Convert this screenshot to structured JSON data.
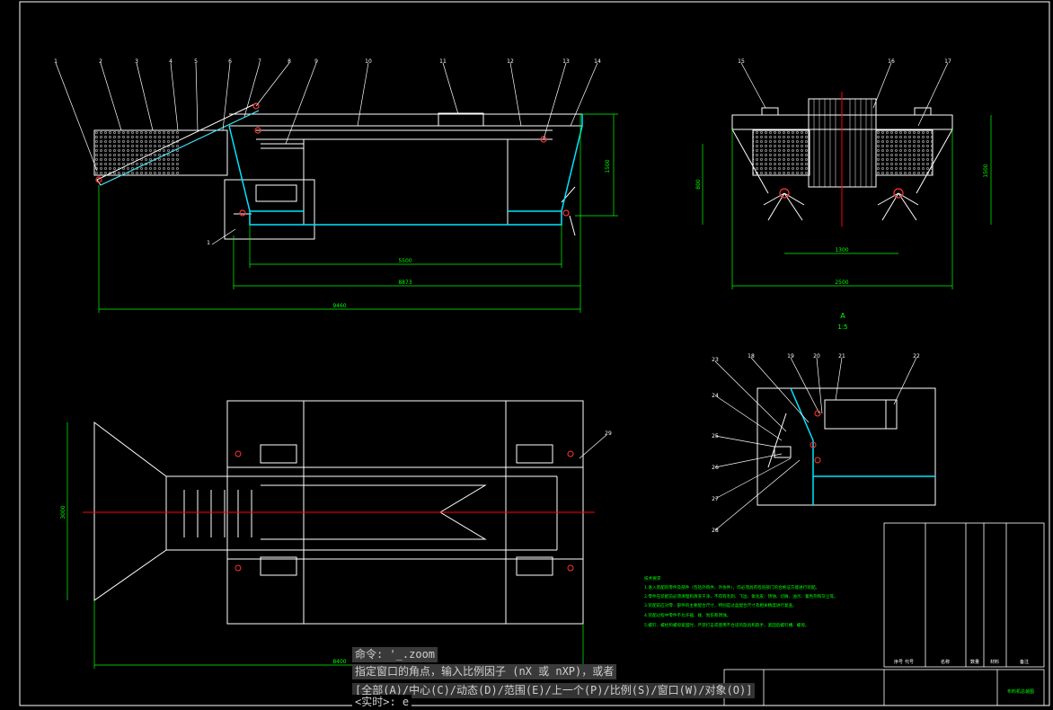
{
  "drawing": {
    "balloons_front": [
      "1",
      "2",
      "3",
      "4",
      "5",
      "6",
      "7",
      "8",
      "9",
      "10",
      "11",
      "12",
      "13",
      "14"
    ],
    "balloons_side": [
      "15",
      "16",
      "17"
    ],
    "balloons_detail": [
      "18",
      "19",
      "20",
      "21",
      "22"
    ],
    "balloons_detail_left": [
      "23",
      "24",
      "25",
      "26",
      "27",
      "28"
    ],
    "plan_balloon": "29",
    "front_dims": {
      "height": "1500",
      "inner": "5500",
      "mid": "8873",
      "overall": "9460",
      "small": "1"
    },
    "side_dims": {
      "height_right": "1500",
      "height_left": "800",
      "axle": "1300",
      "overall": "2500"
    },
    "plan_dims": {
      "height": "3000",
      "width": "8400"
    },
    "view_label": "A",
    "view_scale": "1:5",
    "tech_notes_title": "技术要求",
    "tech_notes": [
      "1.进入装配的零件及部件（包括外购件、外协件），均必须具有检验部门的合格证方能进行装配。",
      "2.零件在装配前必须清理和清洗干净，不得有毛刺、飞边、氧化皮、锈蚀、切屑、油污、着色剂和灰尘等。",
      "3.装配前应对零、部件的主要配合尺寸，特别是过盈配合尺寸及相关精度进行复查。",
      "4.装配过程中零件不允许磕、碰、划伤和锈蚀。",
      "5.螺钉、螺栓和螺母紧固时，严禁打击或使用不合适的旋具和扳手，紧固后螺钉槽、螺母。"
    ],
    "title_block_header": [
      "序号",
      "代号",
      "名称",
      "数量",
      "材料",
      "备注"
    ],
    "title_block_name": "布料机总装图",
    "colors": {
      "outline": "#ffffff",
      "accent": "#00e5ff",
      "dim": "#00ff00",
      "center": "#ff0000",
      "leader": "#ffffff"
    }
  },
  "command_line": {
    "history": "命令: '_.zoom",
    "prompt": "指定窗口的角点，输入比例因子 (nX 或 nXP)，或者",
    "options": "[全部(A)/中心(C)/动态(D)/范围(E)/上一个(P)/比例(S)/窗口(W)/对象(O)]",
    "live_prefix": "<实时>:",
    "live_input": "e"
  }
}
